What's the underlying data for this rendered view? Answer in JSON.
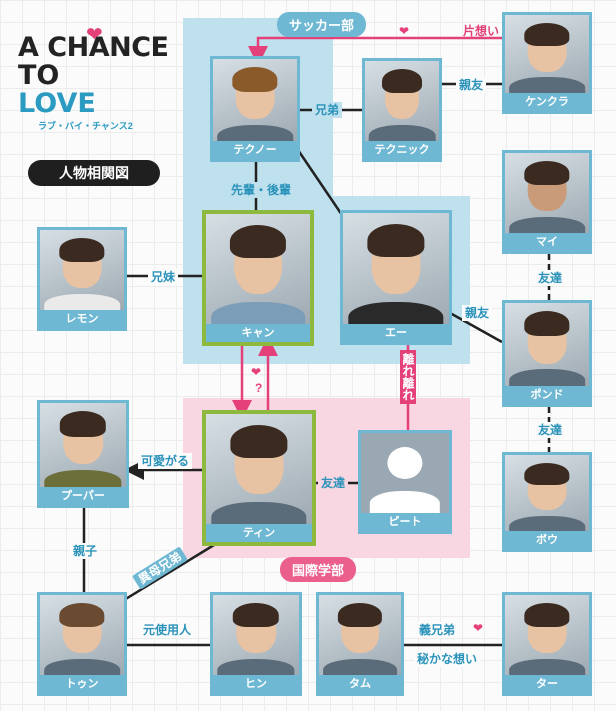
{
  "logo": {
    "line1": "A CHANCE",
    "line2": "TO",
    "line3": "LOVE",
    "subtitle": "ラブ・バイ・チャンス2",
    "heart_icon": "heart-icon"
  },
  "title": "人物相関図",
  "groups": {
    "soccer": "サッカー部",
    "international": "国際学部"
  },
  "characters": {
    "tekuno": "テクノー",
    "tekunikku": "テクニック",
    "kenkura": "ケンクラ",
    "mai": "マイ",
    "remon": "レモン",
    "kyan": "キャン",
    "ei": "エー",
    "pondo": "ポンド",
    "pupa": "プーパー",
    "tin": "ティン",
    "pito": "ピート",
    "bou": "ボウ",
    "toun": "トゥン",
    "hin": "ヒン",
    "tamu": "タム",
    "ta": "ター"
  },
  "relations": {
    "kataomoi": "片想い",
    "kyoudai": "兄弟",
    "shinyu1": "親友",
    "senpai_kouhai": "先輩・後輩",
    "kyoudai_mai": "兄妹",
    "tomodachi1": "友達",
    "shinyu2": "親友",
    "hanare": "離れ離れ",
    "question": "?",
    "kawaigaru": "可愛がる",
    "tomodachi2": "友達",
    "tomodachi3": "友達",
    "oyako": "親子",
    "ibo": "異母兄弟",
    "moto_shiyounin": "元使用人",
    "gikyoudai": "義兄弟",
    "himitsu": "秘かな想い"
  },
  "colors": {
    "accent_blue": "#6fb8d3",
    "accent_pink": "#e4407a",
    "main_green": "#8cb93e"
  }
}
